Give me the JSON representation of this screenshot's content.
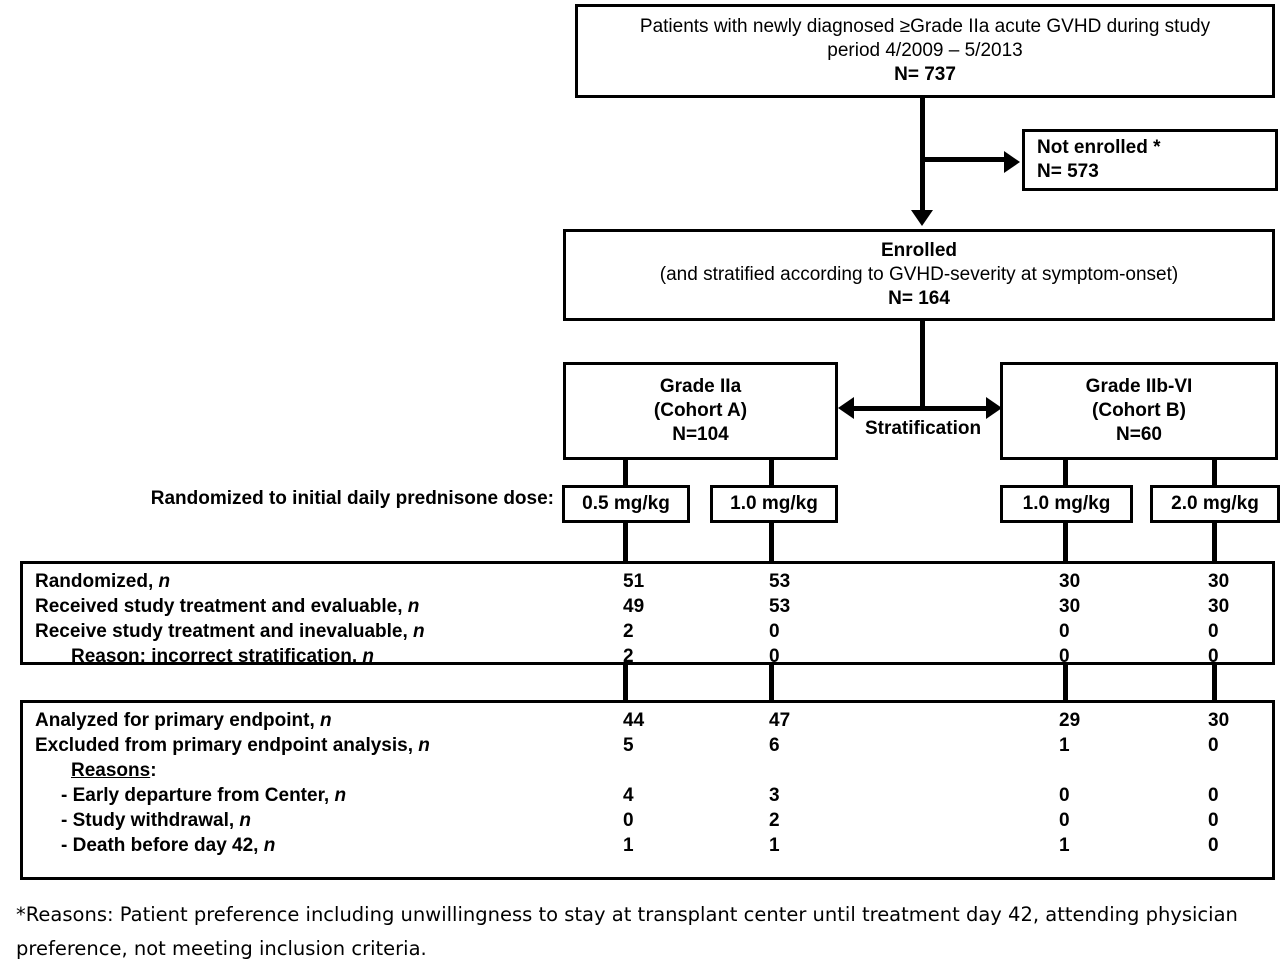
{
  "boxes": {
    "screened": {
      "line1": "Patients with newly diagnosed ≥Grade IIa acute GVHD during study",
      "line2": "period 4/2009 – 5/2013",
      "line3": "N= 737"
    },
    "not_enrolled": {
      "line1": "Not enrolled *",
      "line2": "N= 573"
    },
    "enrolled": {
      "line1": "Enrolled",
      "line2": "(and stratified according to GVHD-severity at symptom-onset)",
      "line3": "N= 164"
    },
    "cohort_a": {
      "line1": "Grade IIa",
      "line2": "(Cohort A)",
      "line3": "N=104"
    },
    "cohort_b": {
      "line1": "Grade IIb-VI",
      "line2": "(Cohort B)",
      "line3": "N=60"
    }
  },
  "stratification_label": "Stratification",
  "randomization": {
    "label": "Randomized to initial daily prednisone dose:",
    "doses": [
      "0.5 mg/kg",
      "1.0 mg/kg",
      "1.0 mg/kg",
      "2.0 mg/kg"
    ]
  },
  "table_one": {
    "rows": [
      {
        "label": "Randomized",
        "suffix": ", ",
        "ital": "n",
        "indent": 0,
        "underline": "",
        "values": [
          "51",
          "53",
          "30",
          "30"
        ]
      },
      {
        "label": "Received study treatment and evaluable",
        "suffix": ", ",
        "ital": "n",
        "indent": 0,
        "underline": "",
        "values": [
          "49",
          "53",
          "30",
          "30"
        ]
      },
      {
        "label": "Receive study treatment and inevaluable",
        "suffix": ", ",
        "ital": "n",
        "indent": 0,
        "underline": "",
        "values": [
          "2",
          "0",
          "0",
          "0"
        ]
      },
      {
        "label": ": incorrect stratification",
        "suffix": ", ",
        "ital": "n",
        "indent": 1,
        "underline": "Reason",
        "values": [
          "2",
          "0",
          "0",
          "0"
        ]
      }
    ]
  },
  "table_two": {
    "rows": [
      {
        "label": "Analyzed for primary endpoint",
        "suffix": ", ",
        "ital": "n",
        "indent": 0,
        "underline": "",
        "values": [
          "44",
          "47",
          "29",
          "30"
        ]
      },
      {
        "label": "Excluded from primary endpoint analysis",
        "suffix": ", ",
        "ital": "n",
        "indent": 0,
        "underline": "",
        "values": [
          "5",
          "6",
          "1",
          "0"
        ]
      },
      {
        "label": ":",
        "suffix": "",
        "ital": "",
        "indent": 1,
        "underline": "Reasons",
        "values": [
          "",
          "",
          "",
          ""
        ]
      },
      {
        "label": "- Early departure from Center",
        "suffix": ", ",
        "ital": "n",
        "indent": 2,
        "underline": "",
        "values": [
          "4",
          "3",
          "0",
          "0"
        ]
      },
      {
        "label": "- Study withdrawal",
        "suffix": ", ",
        "ital": "n",
        "indent": 2,
        "underline": "",
        "values": [
          "0",
          "2",
          "0",
          "0"
        ]
      },
      {
        "label": "- Death before day 42",
        "suffix": ", ",
        "ital": "n",
        "indent": 2,
        "underline": "",
        "values": [
          "1",
          "1",
          "1",
          "0"
        ]
      }
    ]
  },
  "footnote": "*Reasons: Patient preference including unwillingness to stay at transplant center until treatment day 42, attending physician preference, not meeting inclusion criteria.",
  "colors": {
    "ink": "#000000",
    "paper": "#ffffff"
  }
}
